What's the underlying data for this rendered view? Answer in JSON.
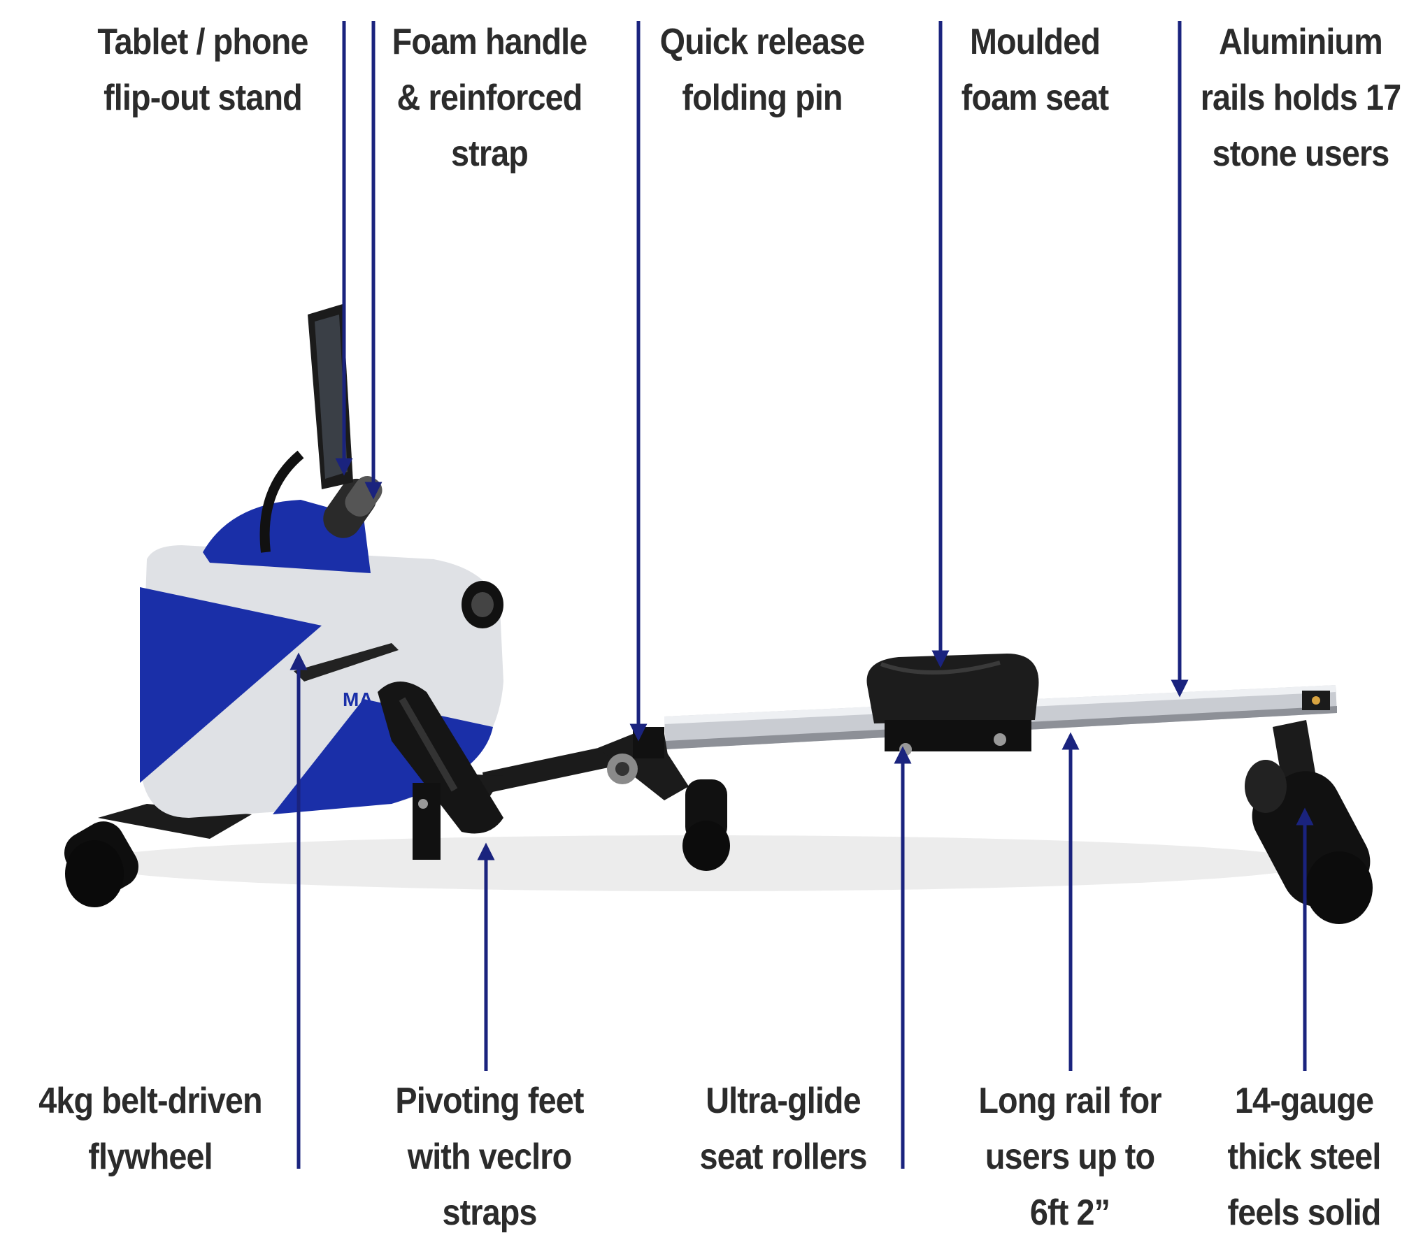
{
  "colors": {
    "arrow": "#1a237e",
    "brand_blue": "#1a2fa8",
    "label_text": "#2b2b2b",
    "frame_black": "#1b1b1b",
    "rail_silver": "#c9ccd2"
  },
  "product": {
    "logo_text": "MA",
    "image_name": "rowing-machine"
  },
  "labels": {
    "tablet_stand": [
      "Tablet / phone",
      "flip-out stand"
    ],
    "foam_handle": [
      "Foam handle",
      "& reinforced",
      "strap"
    ],
    "folding_pin": [
      "Quick release",
      "folding pin"
    ],
    "foam_seat": [
      "Moulded",
      "foam seat"
    ],
    "aluminium_rails": [
      "Aluminium",
      "rails holds 17",
      "stone users"
    ],
    "flywheel": [
      "4kg belt-driven",
      "flywheel"
    ],
    "pivoting_feet": [
      "Pivoting feet",
      "with veclro",
      "straps"
    ],
    "seat_rollers": [
      "Ultra-glide",
      "seat rollers"
    ],
    "long_rail": [
      "Long rail for",
      "users up to",
      "6ft 2”"
    ],
    "steel_gauge": [
      "14-gauge",
      "thick steel",
      "feels solid"
    ]
  }
}
